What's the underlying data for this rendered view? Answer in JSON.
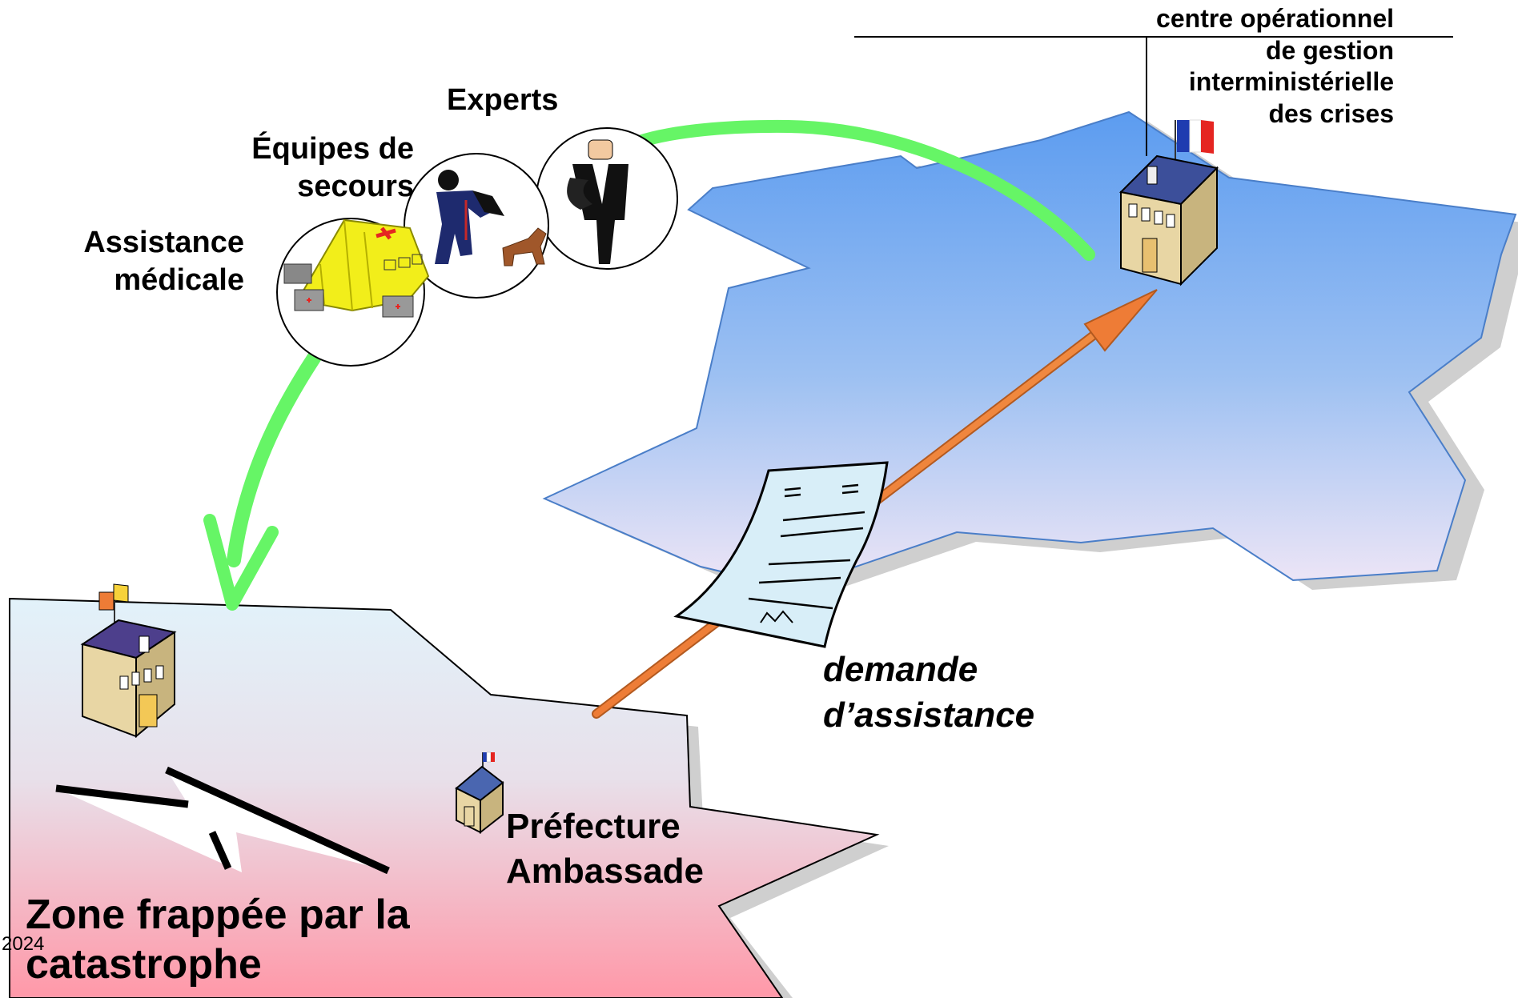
{
  "labels": {
    "centre_line1": "centre opérationnel",
    "centre_line2": "de gestion",
    "centre_line3": "interministérielle",
    "centre_line4": "des crises",
    "experts": "Experts",
    "equipes_line1": "Équipes de",
    "equipes_line2": "secours",
    "assistance_line1": "Assistance",
    "assistance_line2": "médicale",
    "demande_line1": "demande",
    "demande_line2": "d’assistance",
    "prefecture_line1": "Préfecture",
    "prefecture_line2": "Ambassade",
    "zone_line1": "Zone frappée par la",
    "zone_line2": "catastrophe",
    "year": "2024"
  },
  "colors": {
    "france_top": "#5c9cf0",
    "france_bottom": "#efe6f6",
    "zone_top": "#e2f2fa",
    "zone_bottom": "#ff98a8",
    "green_arrow": "#66f566",
    "orange_arrow": "#ee7c36",
    "flag_blue": "#1f3cb0",
    "flag_red": "#e52521"
  },
  "icons": [
    "ministry-building-icon",
    "french-flag-icon",
    "document-icon",
    "tent-icon",
    "rescuer-icon",
    "rescue-dog-icon",
    "expert-person-icon",
    "prefecture-building-icon",
    "embassy-building-icon",
    "lightning-icon"
  ]
}
